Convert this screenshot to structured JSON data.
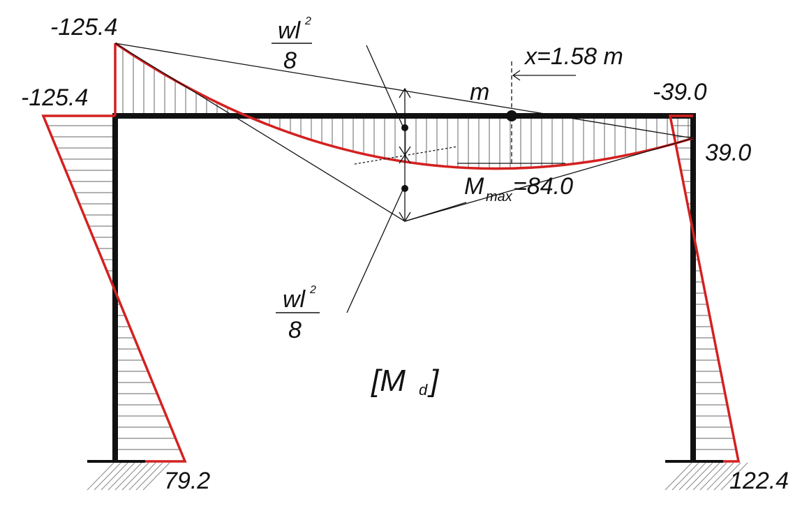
{
  "diagram": {
    "title": "[M_d]",
    "title_parts": {
      "open": "[M",
      "sub": "d",
      "close": "]"
    },
    "labels": {
      "left_column_top": "-125.4",
      "beam_left_end": "-125.4",
      "right_column_top": "-39.0",
      "beam_right_end": "39.0",
      "left_column_base": "79.2",
      "right_column_base": "122.4",
      "position": "x=1.58 m",
      "point": "m",
      "mmax_main": "M",
      "mmax_sub": "max",
      "mmax_value": "=84.0",
      "fraction_top_num": "wl",
      "fraction_top_exp": "2",
      "fraction_top_den": "8",
      "fraction_bottom_num": "wl",
      "fraction_bottom_exp": "2",
      "fraction_bottom_den": "8"
    },
    "values": {
      "M_left_top": -125.4,
      "M_right_top": -39.0,
      "M_left_base": 79.2,
      "M_right_base": 122.4,
      "M_max": 84.0,
      "x_max_m": 1.58
    },
    "colors": {
      "frame": "#111111",
      "moment": "#d42020",
      "hatch": "#555555"
    }
  }
}
